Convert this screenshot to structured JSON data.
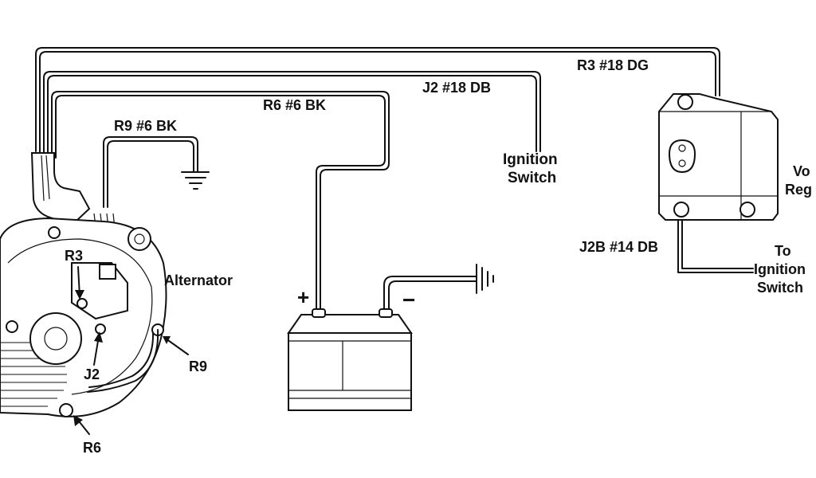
{
  "diagram": {
    "wire_labels": {
      "r3": "R3 #18 DG",
      "j2": "J2 #18 DB",
      "r6": "R6 #6 BK",
      "r9": "R9 #6 BK",
      "j2b": "J2B #14 DB"
    },
    "components": {
      "ignition_switch_line1": "Ignition",
      "ignition_switch_line2": "Switch",
      "alternator": "Alternator",
      "regulator_line1": "Vo",
      "regulator_line2": "Reg",
      "to_ignition_line1": "To",
      "to_ignition_line2": "Ignition",
      "to_ignition_line3": "Switch"
    },
    "terminals": {
      "r3": "R3",
      "j2": "J2",
      "r9": "R9",
      "r6": "R6"
    },
    "battery": {
      "positive": "+",
      "negative": "−"
    }
  }
}
